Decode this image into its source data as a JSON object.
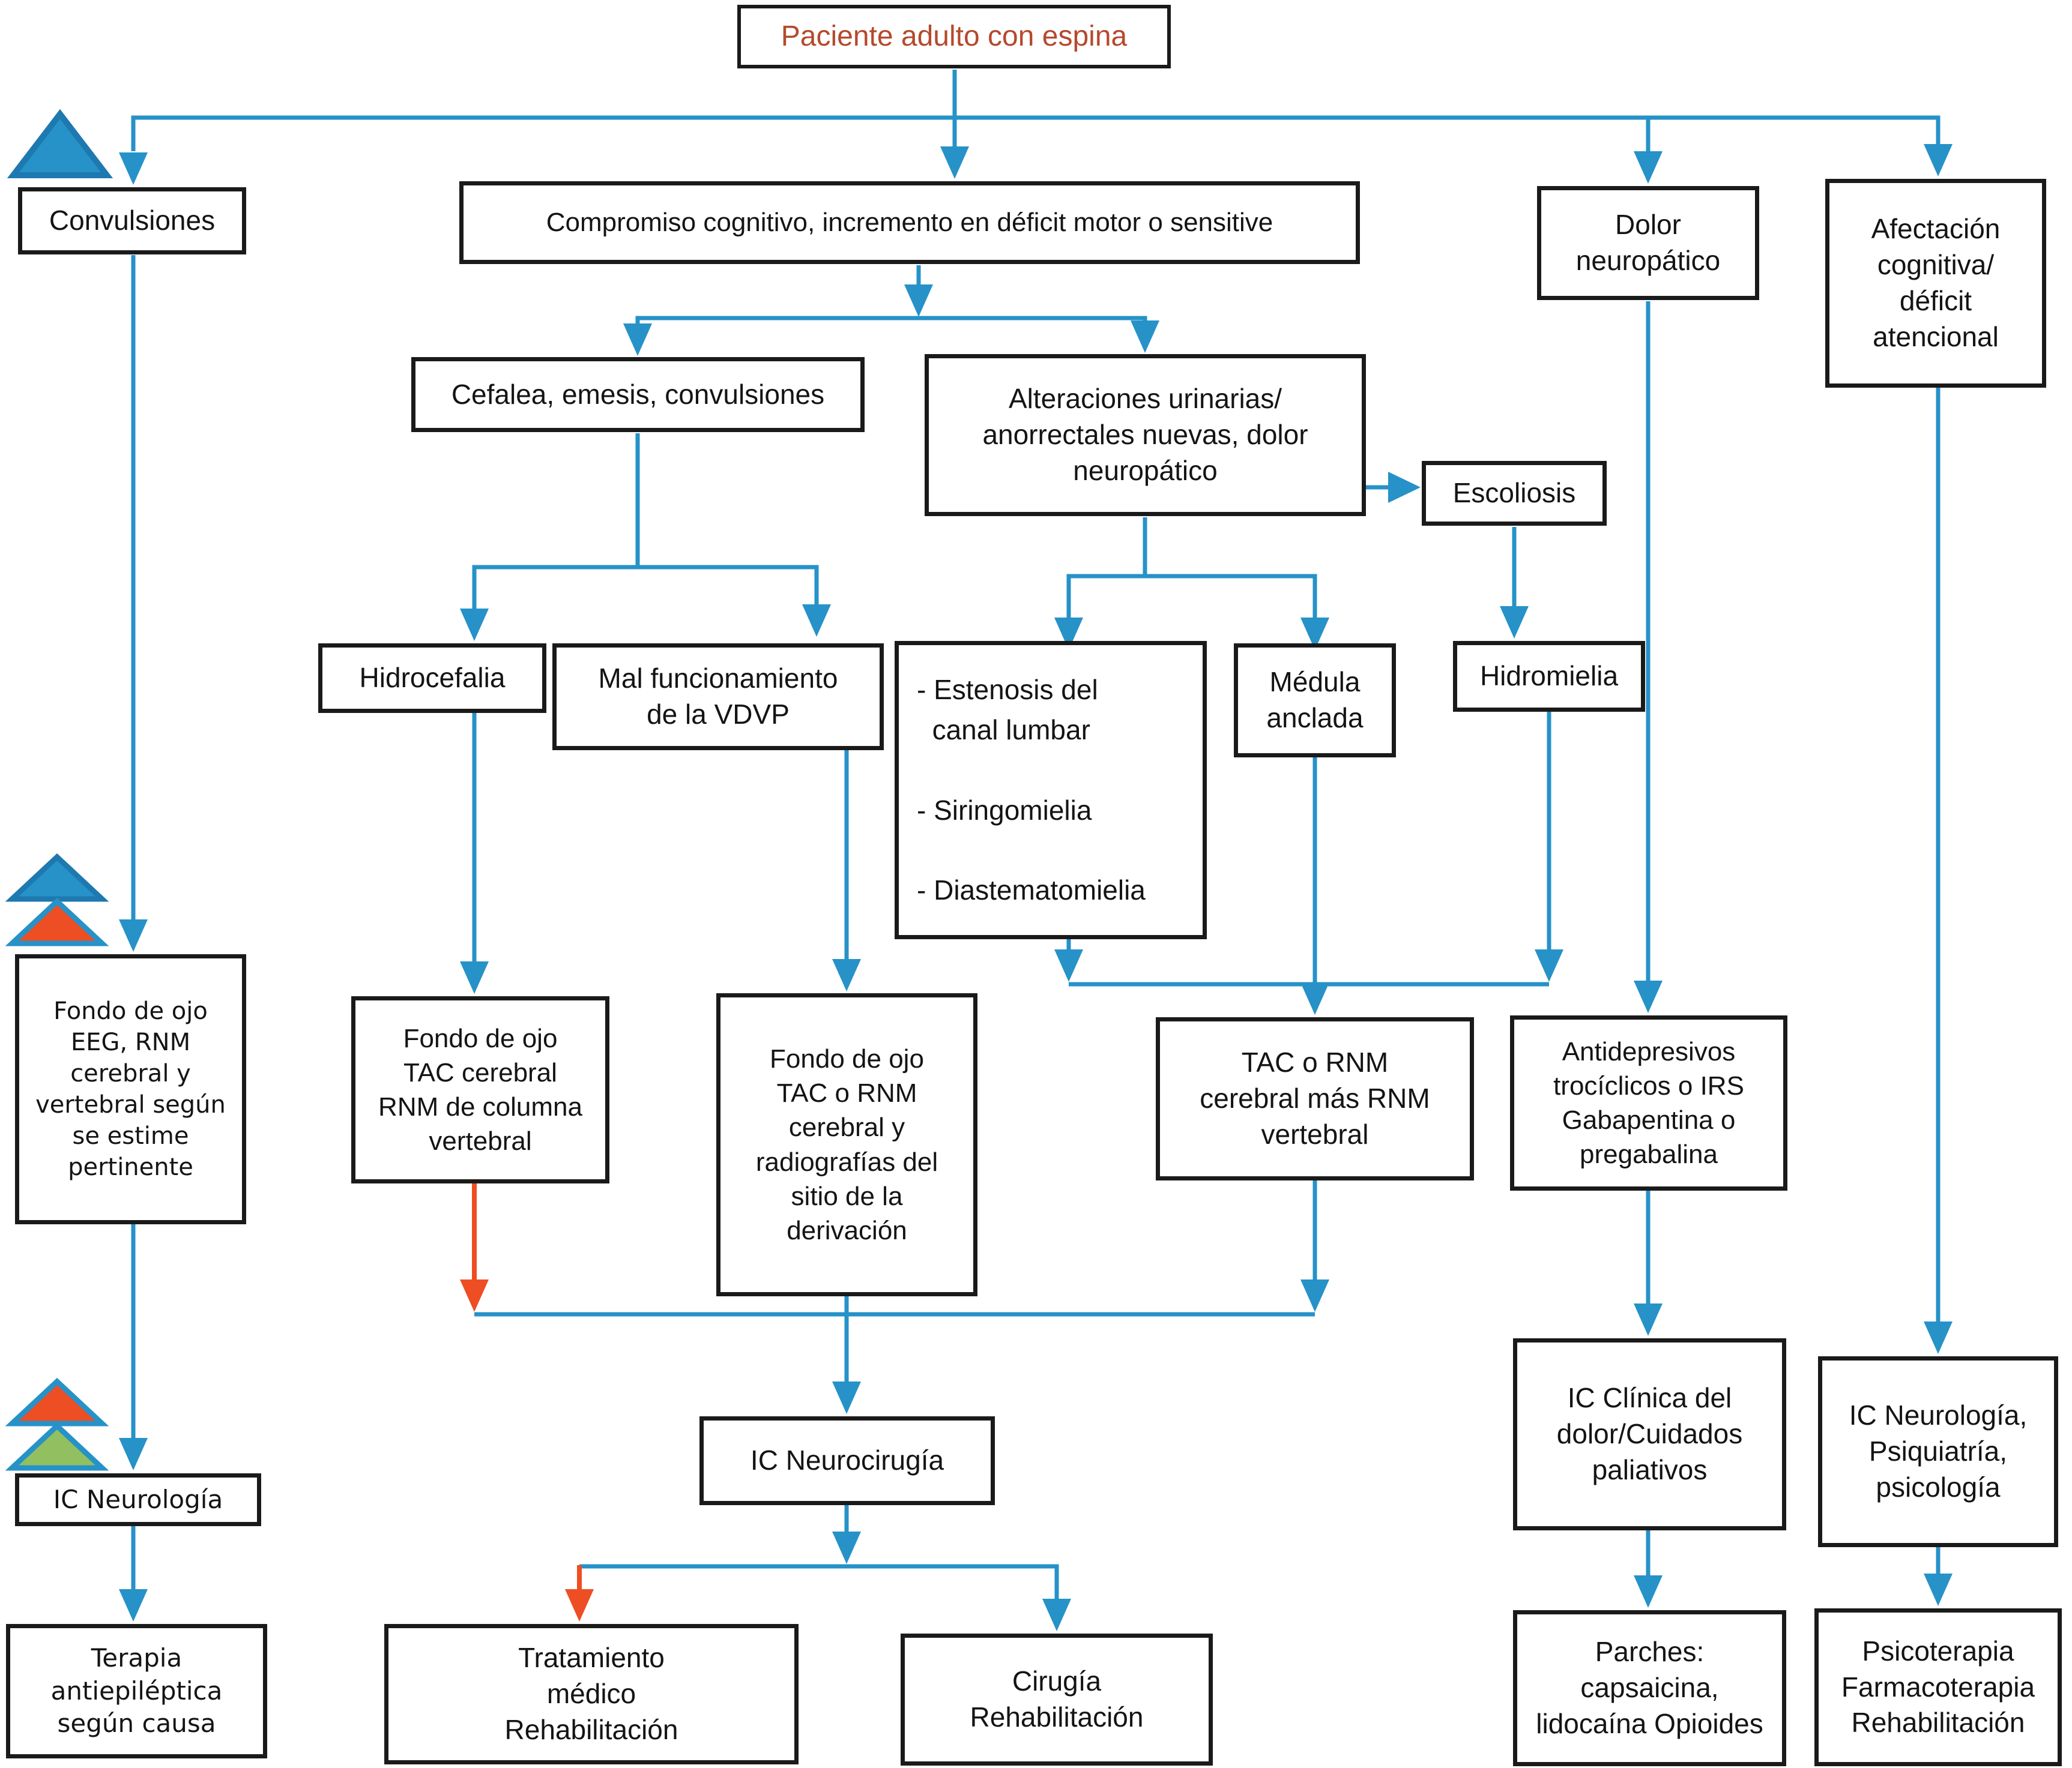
{
  "title": "Paciente adulto con espina",
  "colors": {
    "arrow_blue": "#2692c8",
    "arrow_red": "#ee4e23",
    "triangle_blue": "#2692c8",
    "triangle_blue_edge": "#1d79b0",
    "triangle_red": "#ee4e23",
    "triangle_green": "#92c060",
    "title_text": "#b5492c",
    "box_border": "#1a1a1a",
    "background": "#ffffff"
  },
  "markers": [
    {
      "id": "marker-1",
      "color": "blue",
      "position": "top-left, beside Convulsiones arrow"
    },
    {
      "id": "marker-2",
      "color": "blue",
      "position": "left, above Fondo de ojo EEG box"
    },
    {
      "id": "marker-3",
      "color": "red",
      "position": "left, above Fondo de ojo EEG box"
    },
    {
      "id": "marker-4",
      "color": "red",
      "position": "left, above IC Neurología box"
    },
    {
      "id": "marker-5",
      "color": "green",
      "position": "left, above IC Neurología box"
    }
  ],
  "nodes": {
    "title": {
      "label": "Paciente adulto con espina"
    },
    "convulsiones": {
      "label": "Convulsiones"
    },
    "compromiso": {
      "label": "Compromiso cognitivo, incremento en déficit motor o sensitive"
    },
    "dolor": {
      "label": "Dolor\nneuropático"
    },
    "afectacion": {
      "label": "Afectación\ncognitiva/\ndéficit\natencional"
    },
    "cefalea": {
      "label": "Cefalea, emesis, convulsiones"
    },
    "alteraciones": {
      "label": "Alteraciones urinarias/\nanorrectales nuevas, dolor\nneuropático"
    },
    "escoliosis": {
      "label": "Escoliosis"
    },
    "hidrocefalia": {
      "label": "Hidrocefalia"
    },
    "vdvp": {
      "label": "Mal funcionamiento\nde la VDVP"
    },
    "estenosis": {
      "label": "- Estenosis del\n  canal lumbar\n\n- Siringomielia\n\n- Diastematomielia"
    },
    "medula": {
      "label": "Médula\nanclada"
    },
    "hidromielia": {
      "label": "Hidromielia"
    },
    "fondo_eeg": {
      "label": "Fondo de ojo\nEEG, RNM\ncerebral y\nvertebral según\nse estime\npertinente"
    },
    "fondo_tac_cerebral": {
      "label": "Fondo de ojo\nTAC cerebral\nRNM de columna\nvertebral"
    },
    "fondo_tac_rnm": {
      "label": "Fondo de ojo\nTAC o RNM\ncerebral y\nradiografías del\nsitio de la\nderivación"
    },
    "tac_rnm_vertebral": {
      "label": "TAC o RNM\ncerebral más RNM\nvertebral"
    },
    "antidepresivos": {
      "label": "Antidepresivos\ntrocíclicos o IRS\nGabapentina o\npregabalina"
    },
    "ic_neurologia": {
      "label": "IC Neurología"
    },
    "ic_neurocirugia": {
      "label": "IC Neurocirugía"
    },
    "ic_clinica": {
      "label": "IC Clínica del\ndolor/Cuidados\npaliativos"
    },
    "ic_neuro_psiq": {
      "label": "IC Neurología,\nPsiquiatría,\npsicología"
    },
    "terapia": {
      "label": "Terapia\nantiepiléptica\nsegún causa"
    },
    "tratamiento": {
      "label": "Tratamiento\nmédico\nRehabilitación"
    },
    "cirugia": {
      "label": "Cirugía\nRehabilitación"
    },
    "parches": {
      "label": "Parches:\ncapsaicina,\nlidocaína Opioides"
    },
    "psicoterapia": {
      "label": "Psicoterapia\nFarmacoterapia\nRehabilitación"
    }
  },
  "edges": [
    {
      "from": "title",
      "to": "convulsiones",
      "color": "blue"
    },
    {
      "from": "title",
      "to": "compromiso",
      "color": "blue"
    },
    {
      "from": "title",
      "to": "dolor",
      "color": "blue"
    },
    {
      "from": "title",
      "to": "afectacion",
      "color": "blue"
    },
    {
      "from": "compromiso",
      "to": "cefalea",
      "color": "blue"
    },
    {
      "from": "compromiso",
      "to": "alteraciones",
      "color": "blue"
    },
    {
      "from": "alteraciones",
      "to": "escoliosis",
      "color": "blue"
    },
    {
      "from": "cefalea",
      "to": "hidrocefalia",
      "color": "blue"
    },
    {
      "from": "cefalea",
      "to": "vdvp",
      "color": "blue"
    },
    {
      "from": "alteraciones",
      "to": "estenosis",
      "color": "blue"
    },
    {
      "from": "alteraciones",
      "to": "medula",
      "color": "blue"
    },
    {
      "from": "escoliosis",
      "to": "hidromielia",
      "color": "blue"
    },
    {
      "from": "convulsiones",
      "to": "fondo_eeg",
      "color": "blue"
    },
    {
      "from": "hidrocefalia",
      "to": "fondo_tac_cerebral",
      "color": "blue"
    },
    {
      "from": "vdvp",
      "to": "fondo_tac_rnm",
      "color": "blue"
    },
    {
      "from": "estenosis",
      "to": "tac_rnm_vertebral",
      "color": "blue"
    },
    {
      "from": "medula",
      "to": "tac_rnm_vertebral",
      "color": "blue"
    },
    {
      "from": "hidromielia",
      "to": "tac_rnm_vertebral",
      "color": "blue"
    },
    {
      "from": "dolor",
      "to": "antidepresivos",
      "color": "blue"
    },
    {
      "from": "fondo_tac_cerebral",
      "to": "ic_neurocirugia",
      "color": "red"
    },
    {
      "from": "fondo_tac_rnm",
      "to": "ic_neurocirugia",
      "color": "blue"
    },
    {
      "from": "tac_rnm_vertebral",
      "to": "ic_neurocirugia",
      "color": "blue"
    },
    {
      "from": "fondo_eeg",
      "to": "ic_neurologia",
      "color": "blue"
    },
    {
      "from": "ic_neurologia",
      "to": "terapia",
      "color": "blue"
    },
    {
      "from": "ic_neurocirugia",
      "to": "tratamiento",
      "color": "red"
    },
    {
      "from": "ic_neurocirugia",
      "to": "cirugia",
      "color": "blue"
    },
    {
      "from": "antidepresivos",
      "to": "ic_clinica",
      "color": "blue"
    },
    {
      "from": "ic_clinica",
      "to": "parches",
      "color": "blue"
    },
    {
      "from": "afectacion",
      "to": "ic_neuro_psiq",
      "color": "blue"
    },
    {
      "from": "ic_neuro_psiq",
      "to": "psicoterapia",
      "color": "blue"
    }
  ]
}
